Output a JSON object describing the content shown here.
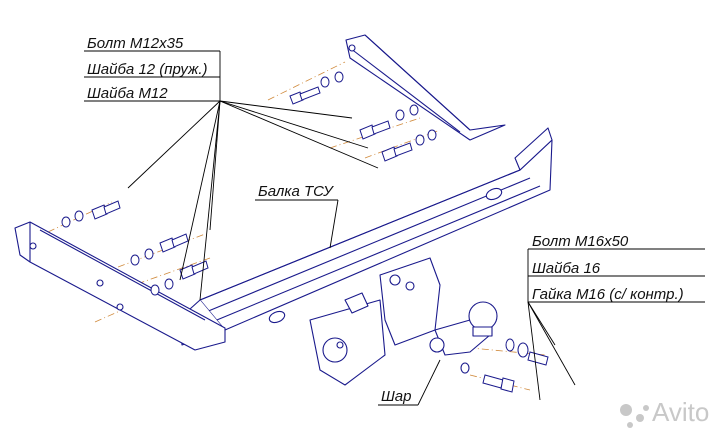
{
  "diagram": {
    "labels": {
      "bolt_m12": "Болт М12х35",
      "washer_12_spring": "Шайба 12 (пруж.)",
      "washer_m12": "Шайба М12",
      "beam": "Балка ТСУ",
      "bolt_m16": "Болт М16х50",
      "washer_16": "Шайба 16",
      "nut_m16": "Гайка М16 (с/ контр.)",
      "ball": "Шар"
    },
    "watermark": "Avito"
  },
  "colors": {
    "drawing_stroke": "#1a1a8c",
    "leader_line": "#000000",
    "axis_line": "#d08a3c",
    "watermark": "#c8c8c8"
  }
}
